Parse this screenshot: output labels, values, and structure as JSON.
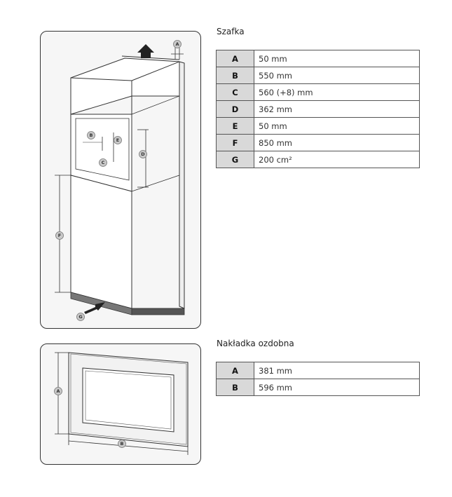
{
  "cabinet": {
    "title": "Szafka",
    "rows": [
      {
        "key": "A",
        "value": "50 mm"
      },
      {
        "key": "B",
        "value": "550 mm"
      },
      {
        "key": "C",
        "value": "560 (+8) mm"
      },
      {
        "key": "D",
        "value": "362 mm"
      },
      {
        "key": "E",
        "value": "50 mm"
      },
      {
        "key": "F",
        "value": "850 mm"
      },
      {
        "key": "G",
        "value": "200 cm²"
      }
    ],
    "diagram_labels": [
      "A",
      "B",
      "E",
      "D",
      "C",
      "F",
      "G"
    ]
  },
  "trim": {
    "title": "Nakładka ozdobna",
    "rows": [
      {
        "key": "A",
        "value": "381 mm"
      },
      {
        "key": "B",
        "value": "596 mm"
      }
    ],
    "diagram_labels": [
      "A",
      "B"
    ]
  }
}
